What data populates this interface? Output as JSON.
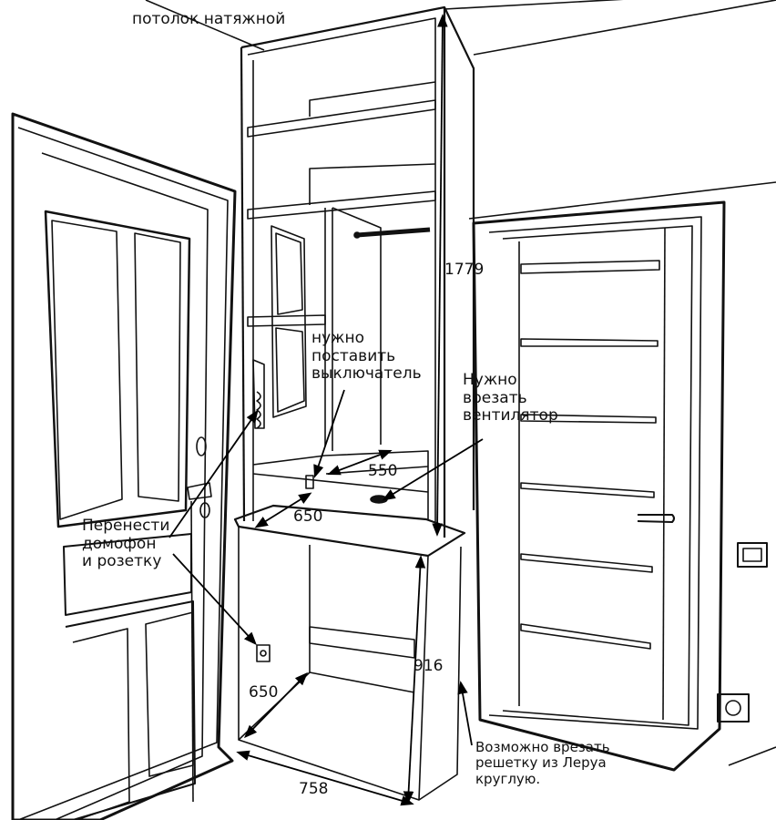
{
  "labels": {
    "ceiling": "потолок натяжной",
    "switch": [
      "нужно",
      "поставить",
      "выключатель"
    ],
    "fan": [
      "Нужно",
      "врезать",
      "вентилятор"
    ],
    "intercom": [
      "Перенести",
      "домофон",
      "и розетку"
    ],
    "grille": [
      "Возможно врезать",
      "решетку из Леруа",
      "круглую."
    ]
  },
  "dimensions": {
    "upper_height": "1779",
    "shelf_depth": "550",
    "top_width": "650",
    "lower_height": "916",
    "floor_depth": "650",
    "floor_width": "758"
  }
}
